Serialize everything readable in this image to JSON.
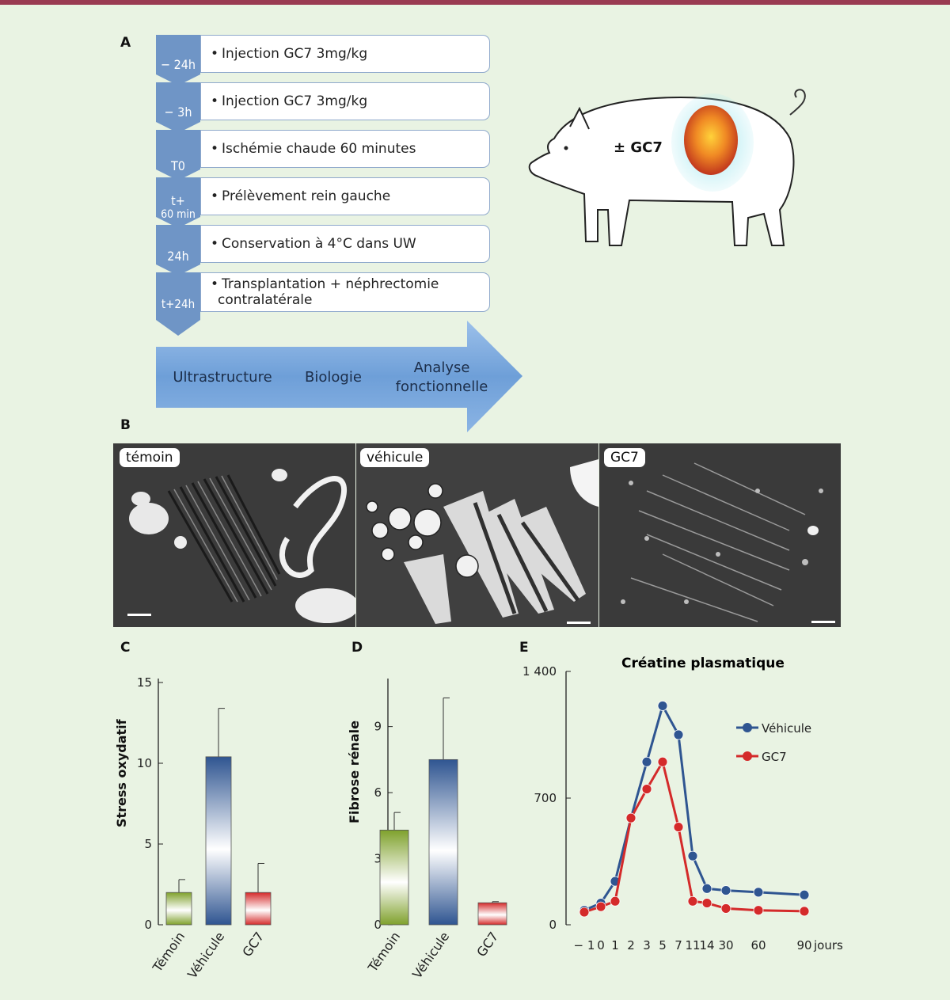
{
  "panels": {
    "a": "A",
    "b": "B",
    "c": "C",
    "d": "D",
    "e": "E"
  },
  "timeline": [
    {
      "time": "− 24h",
      "text": "Injection GC7 3mg/kg"
    },
    {
      "time": "− 3h",
      "text": "Injection GC7 3mg/kg"
    },
    {
      "time": "T0",
      "text": "Ischémie chaude 60 minutes"
    },
    {
      "time_line1": "t+",
      "time_line2": "60 min",
      "text": "Prélèvement rein gauche"
    },
    {
      "time": "24h",
      "text": "Conservation à 4°C dans UW"
    },
    {
      "time": "t+24h",
      "text_line1": "Transplantation + néphrectomie",
      "text_line2": "contralatérale"
    }
  ],
  "arrow": {
    "item1": "Ultrastructure",
    "item2": "Biologie",
    "item3_line1": "Analyse",
    "item3_line2": "fonctionnelle"
  },
  "pig_label": "± GC7",
  "micrographs": [
    "témoin",
    "véhicule",
    "GC7"
  ],
  "colors": {
    "temoin": "#7fa12c",
    "vehicule": "#2f5591",
    "gc7": "#d42a2a",
    "bg": "#e9f3e3"
  },
  "chart_data": [
    {
      "type": "bar",
      "ylabel": "Stress oxydatif",
      "categories": [
        "Témoin",
        "Véhicule",
        "GC7"
      ],
      "values": [
        2,
        10.4,
        2
      ],
      "errors": [
        0.8,
        3,
        1.8
      ],
      "ylim": [
        0,
        15
      ],
      "yticks": [
        0,
        5,
        10,
        15
      ]
    },
    {
      "type": "bar",
      "ylabel": "Fibrose rénale",
      "categories": [
        "Témoin",
        "Véhicule",
        "GC7"
      ],
      "values": [
        4.3,
        7.5,
        1
      ],
      "errors": [
        0.8,
        2.8,
        0.05
      ],
      "ylim": [
        0,
        11
      ],
      "yticks": [
        0,
        3,
        6,
        9
      ]
    },
    {
      "type": "line",
      "title": "Créatine plasmatique",
      "x_ticks": [
        "− 1",
        "0",
        "1",
        "2",
        "3",
        "5",
        "7",
        "11",
        "14",
        "30",
        "60",
        "90"
      ],
      "x_unit": "jours",
      "ylim": [
        0,
        1400
      ],
      "yticks": [
        "0",
        "700",
        "1 400"
      ],
      "series": [
        {
          "name": "Véhicule",
          "values": [
            80,
            120,
            240,
            590,
            900,
            1210,
            1050,
            380,
            200,
            190,
            180,
            165
          ]
        },
        {
          "name": "GC7",
          "values": [
            70,
            100,
            130,
            590,
            750,
            900,
            540,
            130,
            120,
            90,
            80,
            75
          ]
        }
      ]
    }
  ]
}
